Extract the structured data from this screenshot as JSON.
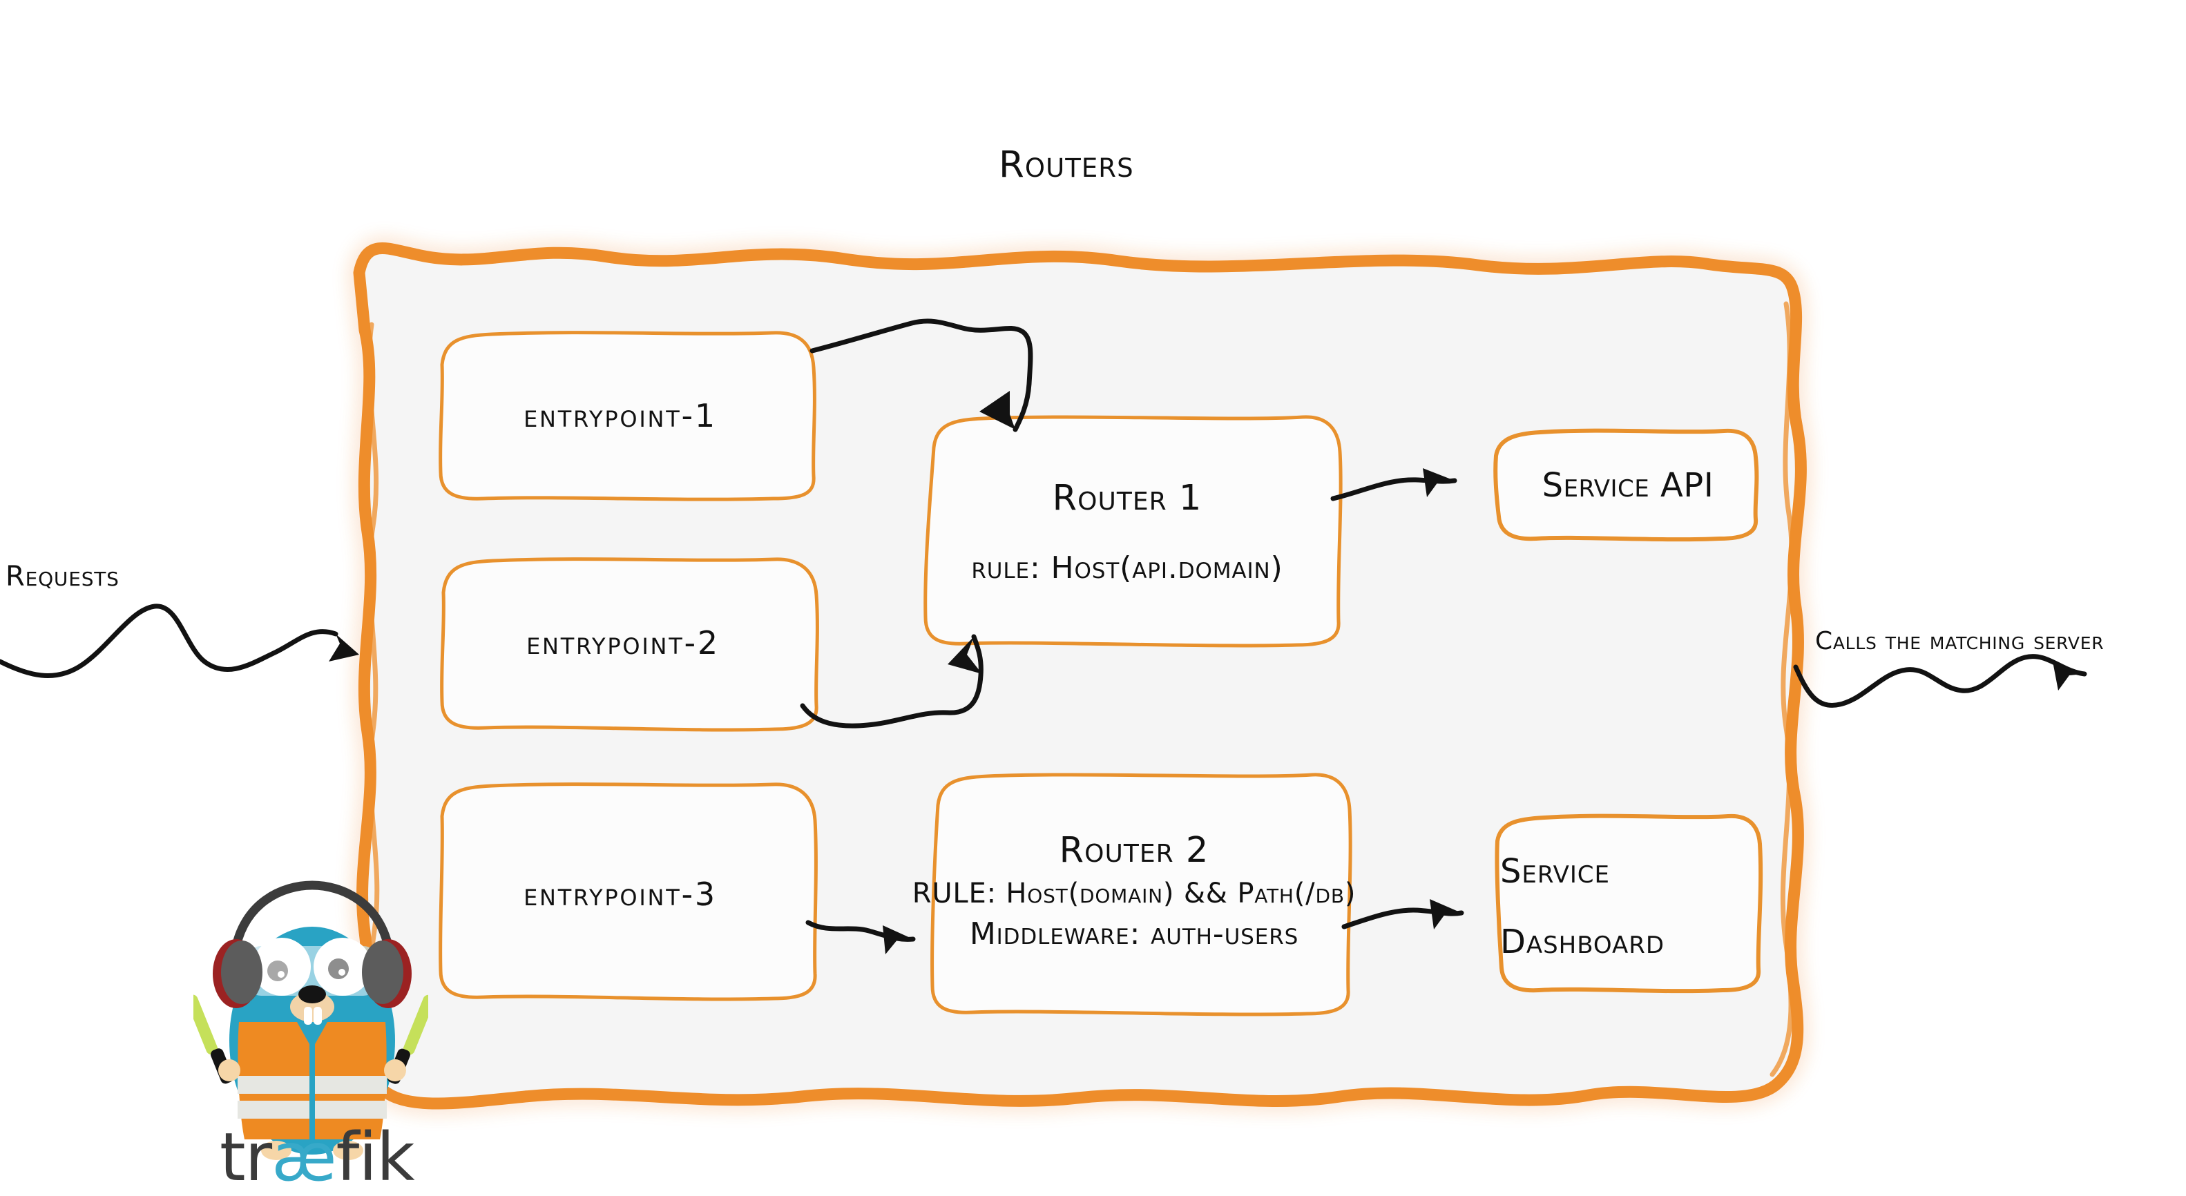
{
  "diagram": {
    "title": "Routers",
    "product": "traefik",
    "colors": {
      "accent_orange": "#EE8D2B",
      "container_fill": "#F5F5F5",
      "box_fill": "#FCFCFC",
      "box_stroke": "#E8912D",
      "arrow_black": "#121212",
      "gopher_body": "#29A3C4",
      "gopher_vest": "#EE8A22",
      "gopher_stripe": "#E6E7E2",
      "logo_text": "#3B3B3B",
      "logo_ae": "#37A9C9"
    }
  },
  "entrypoints": [
    {
      "label": "entrypoint-1"
    },
    {
      "label": "entrypoint-2"
    },
    {
      "label": "entrypoint-3"
    }
  ],
  "routers": [
    {
      "title": "Router 1",
      "rule_label": "rule:",
      "rule_value": "Host(api.domain)",
      "rule_line": "rule: Host(api.domain)"
    },
    {
      "title": "Router 2",
      "rule_label": "RULE:",
      "rule_value": "Host(domain) && Path(/db)",
      "rule_line": "RULE: Host(domain) && Path(/db)",
      "middleware_label": "Middleware:",
      "middleware_value": "auth-users",
      "middleware_line": "Middleware: auth-users"
    }
  ],
  "services": [
    {
      "name": "Service API",
      "lines": [
        "Service API"
      ]
    },
    {
      "name": "Service Dashboard",
      "lines": [
        "Service",
        "Dashboard"
      ]
    }
  ],
  "captions": {
    "requests": "Requests",
    "calls": "Calls the matching server"
  },
  "logo": {
    "word_before": "tr",
    "word_ligature": "æ",
    "word_after": "fik"
  }
}
